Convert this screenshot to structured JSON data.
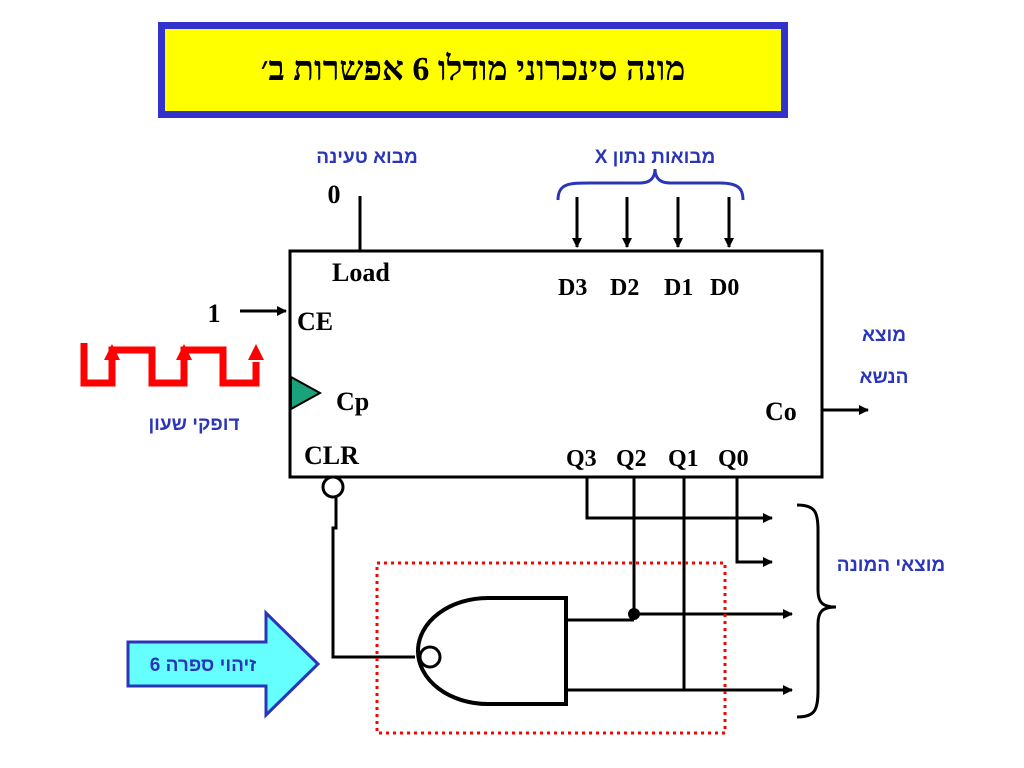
{
  "title": "מונה סינכרוני מודלו 6 אפשרות ב׳",
  "labels": {
    "load_input": "מבוא טעינה",
    "data_inputs": "מבואות נתון X",
    "carry_output_line1": "מוצא",
    "carry_output_line2": "הנשא",
    "clock_pulses": "דופקי שעון",
    "counter_outputs": "מוצאי המונה",
    "detect_six": "זיהוי ספרה 6"
  },
  "values": {
    "load_value": "0",
    "ce_value": "1"
  },
  "pins": {
    "load": "Load",
    "ce": "CE",
    "cp": "Cp",
    "clr": "CLR",
    "co": "Co",
    "d3": "D3",
    "d2": "D2",
    "d1": "D1",
    "d0": "D0",
    "q3": "Q3",
    "q2": "Q2",
    "q1": "Q1",
    "q0": "Q0"
  },
  "colors": {
    "title_fill": "#ffff00",
    "title_border": "#3333cc",
    "label_blue": "#2a35b8",
    "clock_red": "#ff0000",
    "cp_triangle": "#1aa37a",
    "arrow_fill": "#66ffff",
    "dotted_box": "#ff0000"
  }
}
